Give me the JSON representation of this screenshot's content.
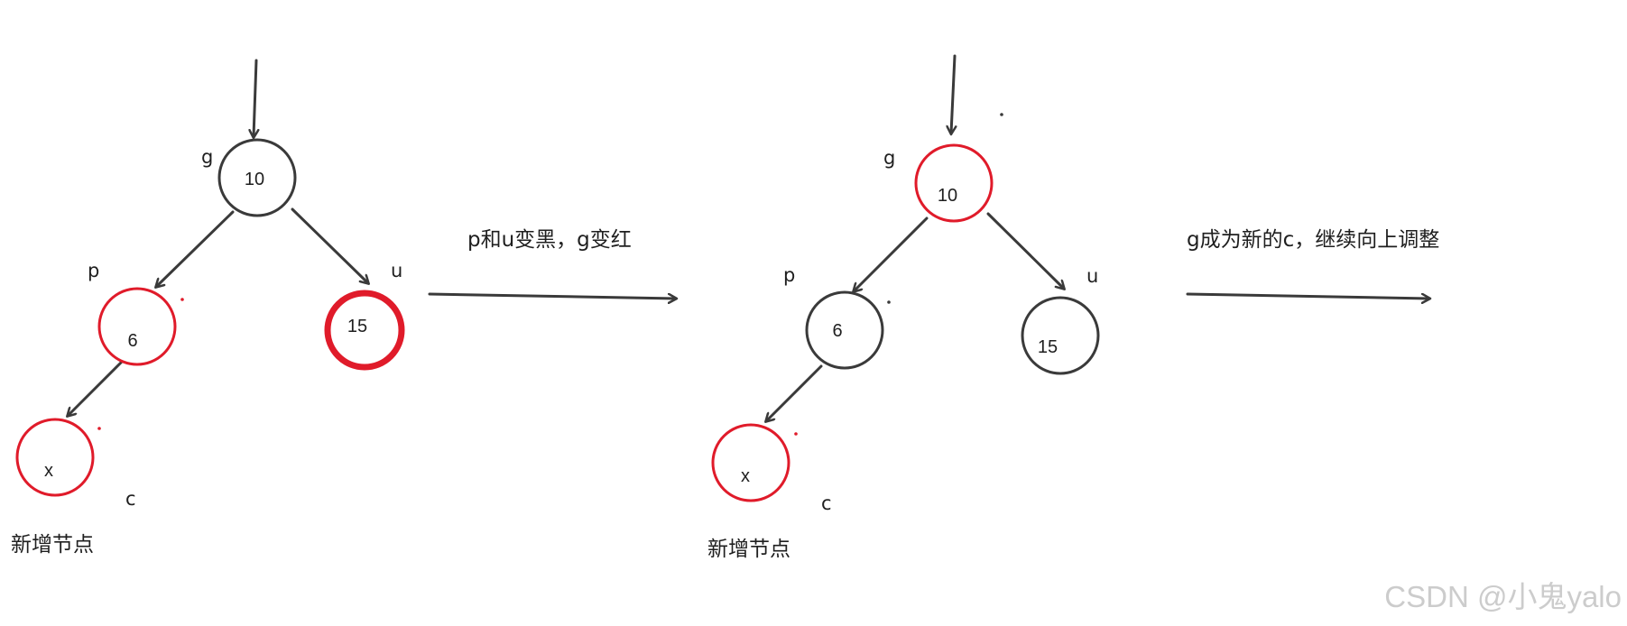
{
  "left_tree": {
    "g": {
      "tag": "g",
      "value": "10",
      "color": "black"
    },
    "p": {
      "tag": "p",
      "value": "6",
      "color": "red"
    },
    "u": {
      "tag": "u",
      "value": "15",
      "color": "red"
    },
    "c": {
      "tag": "c",
      "value": "x",
      "color": "red"
    },
    "caption": "新增节点"
  },
  "transition_1": {
    "label": "p和u变黑，g变红"
  },
  "right_tree": {
    "g": {
      "tag": "g",
      "value": "10",
      "color": "red"
    },
    "p": {
      "tag": "p",
      "value": "6",
      "color": "black"
    },
    "u": {
      "tag": "u",
      "value": "15",
      "color": "black"
    },
    "c": {
      "tag": "c",
      "value": "x",
      "color": "red"
    },
    "caption": "新增节点"
  },
  "transition_2": {
    "label": "g成为新的c，继续向上调整"
  },
  "watermark": "CSDN @小鬼yalo",
  "colors": {
    "red": "#e01b2a",
    "black": "#3a3a3a"
  }
}
